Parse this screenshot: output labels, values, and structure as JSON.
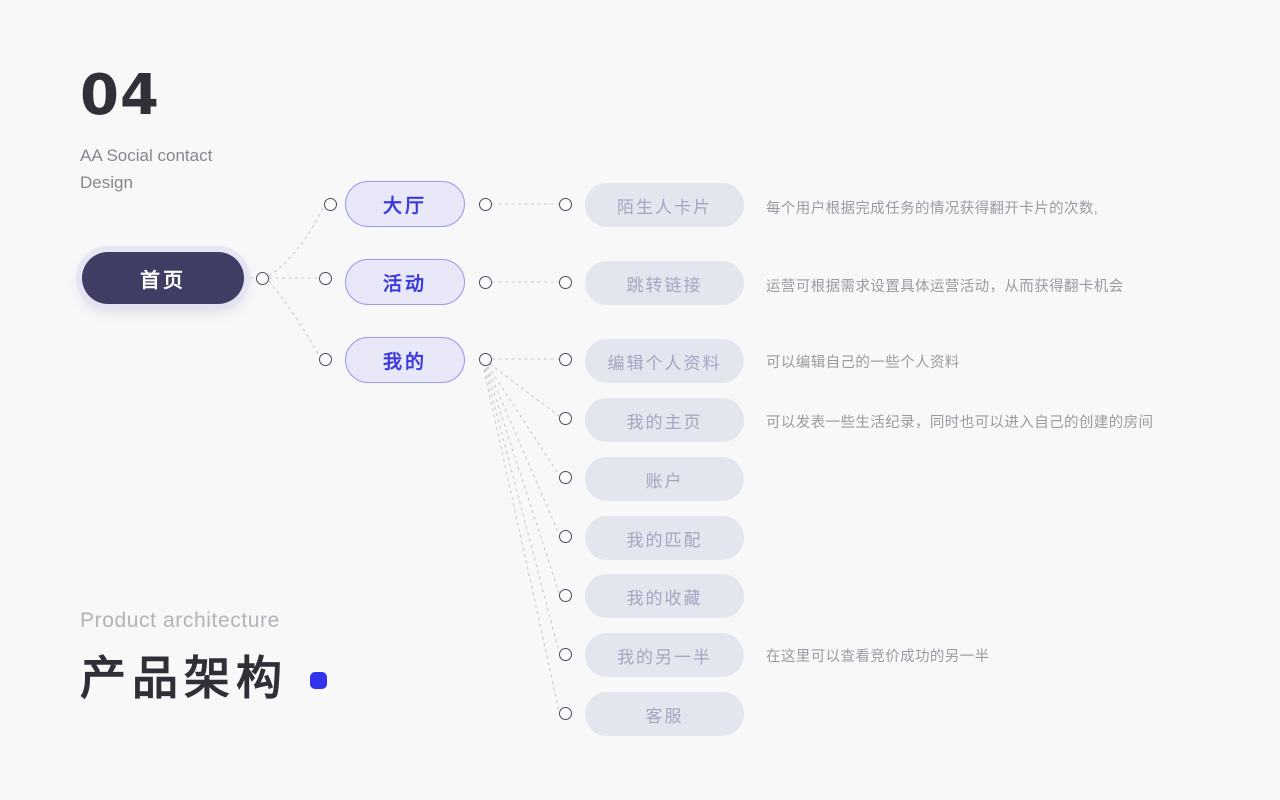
{
  "header": {
    "number": "04",
    "subtitle": "AA Social contact\nDesign"
  },
  "footer": {
    "eyebrow": "Product architecture",
    "title": "产品架构",
    "accent_color": "#3333ee"
  },
  "colors": {
    "background": "#f8f8f9",
    "root_pill_bg": "#3f3d63",
    "root_pill_text": "#ffffff",
    "level2_pill_bg": "#e8e8f8",
    "level2_pill_border": "#9a9aef",
    "level2_pill_text": "#3b3bdd",
    "level3_pill_bg": "#e3e5ef",
    "level3_pill_text": "#a3a7c0",
    "node_ring": "#494a63",
    "connector": "#c9c9d2",
    "description_text": "#9a9aa2"
  },
  "diagram": {
    "root": {
      "label": "首页"
    },
    "level2": [
      {
        "label": "大厅"
      },
      {
        "label": "活动"
      },
      {
        "label": "我的"
      }
    ],
    "level3": [
      {
        "label": "陌生人卡片",
        "desc": "每个用户根据完成任务的情况获得翻开卡片的次数,"
      },
      {
        "label": "跳转链接",
        "desc": "运营可根据需求设置具体运营活动，从而获得翻卡机会"
      },
      {
        "label": "编辑个人资料",
        "desc": "可以编辑自己的一些个人资料"
      },
      {
        "label": "我的主页",
        "desc": "可以发表一些生活纪录，同时也可以进入自己的创建的房间"
      },
      {
        "label": "账户",
        "desc": ""
      },
      {
        "label": "我的匹配",
        "desc": ""
      },
      {
        "label": "我的收藏",
        "desc": ""
      },
      {
        "label": "我的另一半",
        "desc": "在这里可以查看竞价成功的另一半"
      },
      {
        "label": "客服",
        "desc": ""
      }
    ]
  }
}
